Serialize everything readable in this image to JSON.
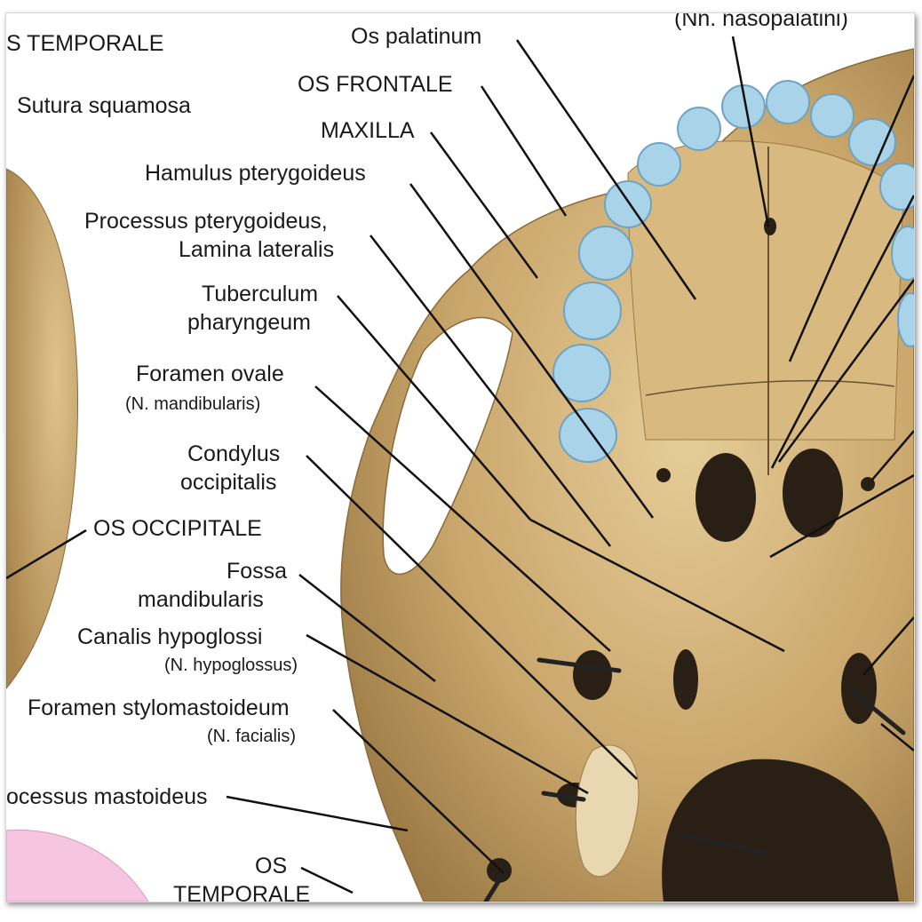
{
  "labels": {
    "nasopalatini": "(Nn. nasopalatini)",
    "os_temporale_top": "S TEMPORALE",
    "sutura_squamosa": "Sutura squamosa",
    "os_palatinum": "Os palatinum",
    "os_frontale": "OS FRONTALE",
    "maxilla": "MAXILLA",
    "hamulus": "Hamulus pterygoideus",
    "processus_ptery_1": "Processus pterygoideus,",
    "processus_ptery_2": "Lamina lateralis",
    "tuberculum_1": "Tuberculum",
    "tuberculum_2": "pharyngeum",
    "foramen_ovale": "Foramen ovale",
    "foramen_ovale_sub": "(N. mandibularis)",
    "condylus_1": "Condylus",
    "condylus_2": "occipitalis",
    "os_occipitale": "OS OCCIPITALE",
    "fossa_1": "Fossa",
    "fossa_2": "mandibularis",
    "canalis": "Canalis hypoglossi",
    "canalis_sub": "(N. hypoglossus)",
    "foramen_stylo": "Foramen stylomastoideum",
    "foramen_stylo_sub": "(N. facialis)",
    "processus_mastoideus": "ocessus mastoideus",
    "os_temporale_bottom_1": "OS",
    "os_temporale_bottom_2": "TEMPORALE"
  },
  "colors": {
    "bone": "#c9a66b",
    "bone_light": "#e2c893",
    "bone_dark": "#8a6a3a",
    "teeth": "#a9d3e8",
    "foramen": "#2a1f14",
    "pink": "#f6c6e0",
    "leader": "#111111"
  }
}
